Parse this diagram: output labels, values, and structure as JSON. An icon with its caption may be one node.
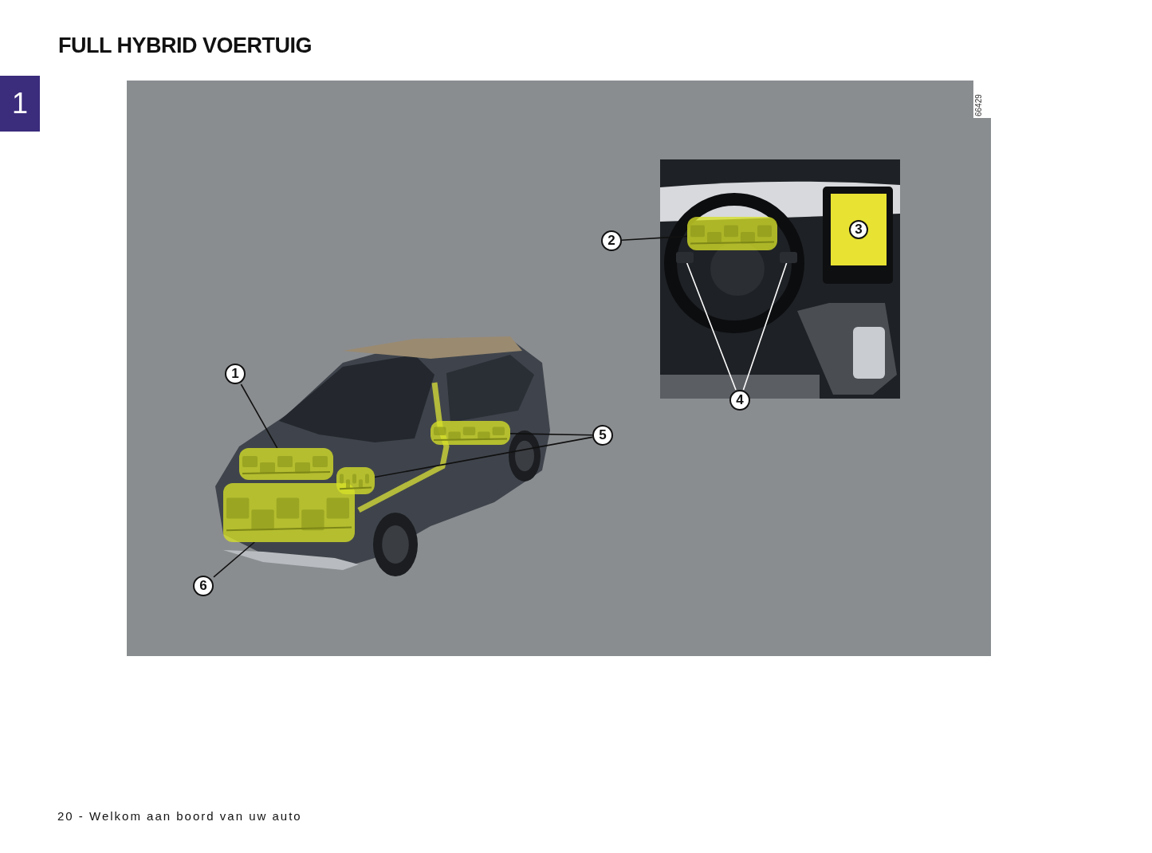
{
  "diagram": {
    "title": "FULL HYBRID VOERTUIG",
    "nodes": [
      {
        "text": [
          "1"
        ]
      },
      {
        "text": [],
        "shape": "picture"
      },
      {
        "text": [
          "6"
        ]
      },
      {
        "text": [],
        "shape": "picture"
      },
      {
        "text": [
          "5"
        ]
      },
      {
        "text": [],
        "shape": "picture"
      },
      {
        "text": [],
        "shape": "picture"
      },
      {
        "text": [
          "2"
        ]
      },
      {
        "text": [],
        "shape": "picture"
      },
      {
        "text": [
          "3"
        ]
      },
      {
        "text": [
          "4"
        ]
      },
      {
        "text": [],
        "shape": "box"
      },
      {
        "text": [],
        "shape": "box"
      }
    ],
    "edges": [
      {
        "from": 0,
        "to": 1,
        "arrow": "none"
      },
      {
        "from": 2,
        "to": 3,
        "arrow": "none"
      },
      {
        "from": 4,
        "to": 5,
        "arrow": "none"
      },
      {
        "from": 4,
        "to": 6,
        "arrow": "none"
      },
      {
        "from": 7,
        "to": 8,
        "arrow": "none"
      },
      {
        "from": 10,
        "to": 11,
        "arrow": "none",
        "color": "#ffffff"
      },
      {
        "from": 10,
        "to": 12,
        "arrow": "none",
        "color": "#ffffff"
      }
    ],
    "labels": [
      "1",
      "66429",
      "20 - Welkom aan boord van uw auto"
    ]
  }
}
